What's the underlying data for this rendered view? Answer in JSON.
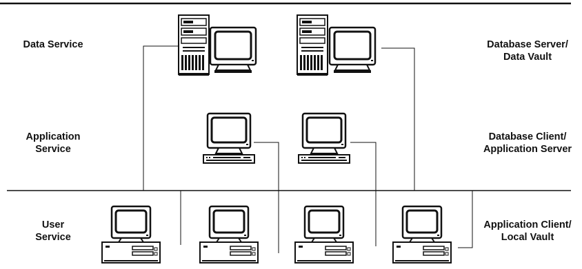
{
  "labels": {
    "data_service": [
      "Data Service"
    ],
    "application_service": [
      "Application",
      "Service"
    ],
    "user_service": [
      "User",
      "Service"
    ],
    "database_server": [
      "Database Server/",
      "Data Vault"
    ],
    "database_client": [
      "Database Client/",
      "Application Server"
    ],
    "application_client": [
      "Application Client/",
      "Local Vault"
    ]
  },
  "icons": {
    "tier1": [
      "tower-server-icon",
      "crt-monitor-icon",
      "tower-server-icon",
      "crt-monitor-icon"
    ],
    "tier2": [
      "workstation-icon",
      "workstation-icon"
    ],
    "tier3": [
      "desktop-pc-icon",
      "desktop-pc-icon",
      "desktop-pc-icon",
      "desktop-pc-icon"
    ]
  },
  "colors": {
    "line": "#111111",
    "background": "#ffffff"
  }
}
